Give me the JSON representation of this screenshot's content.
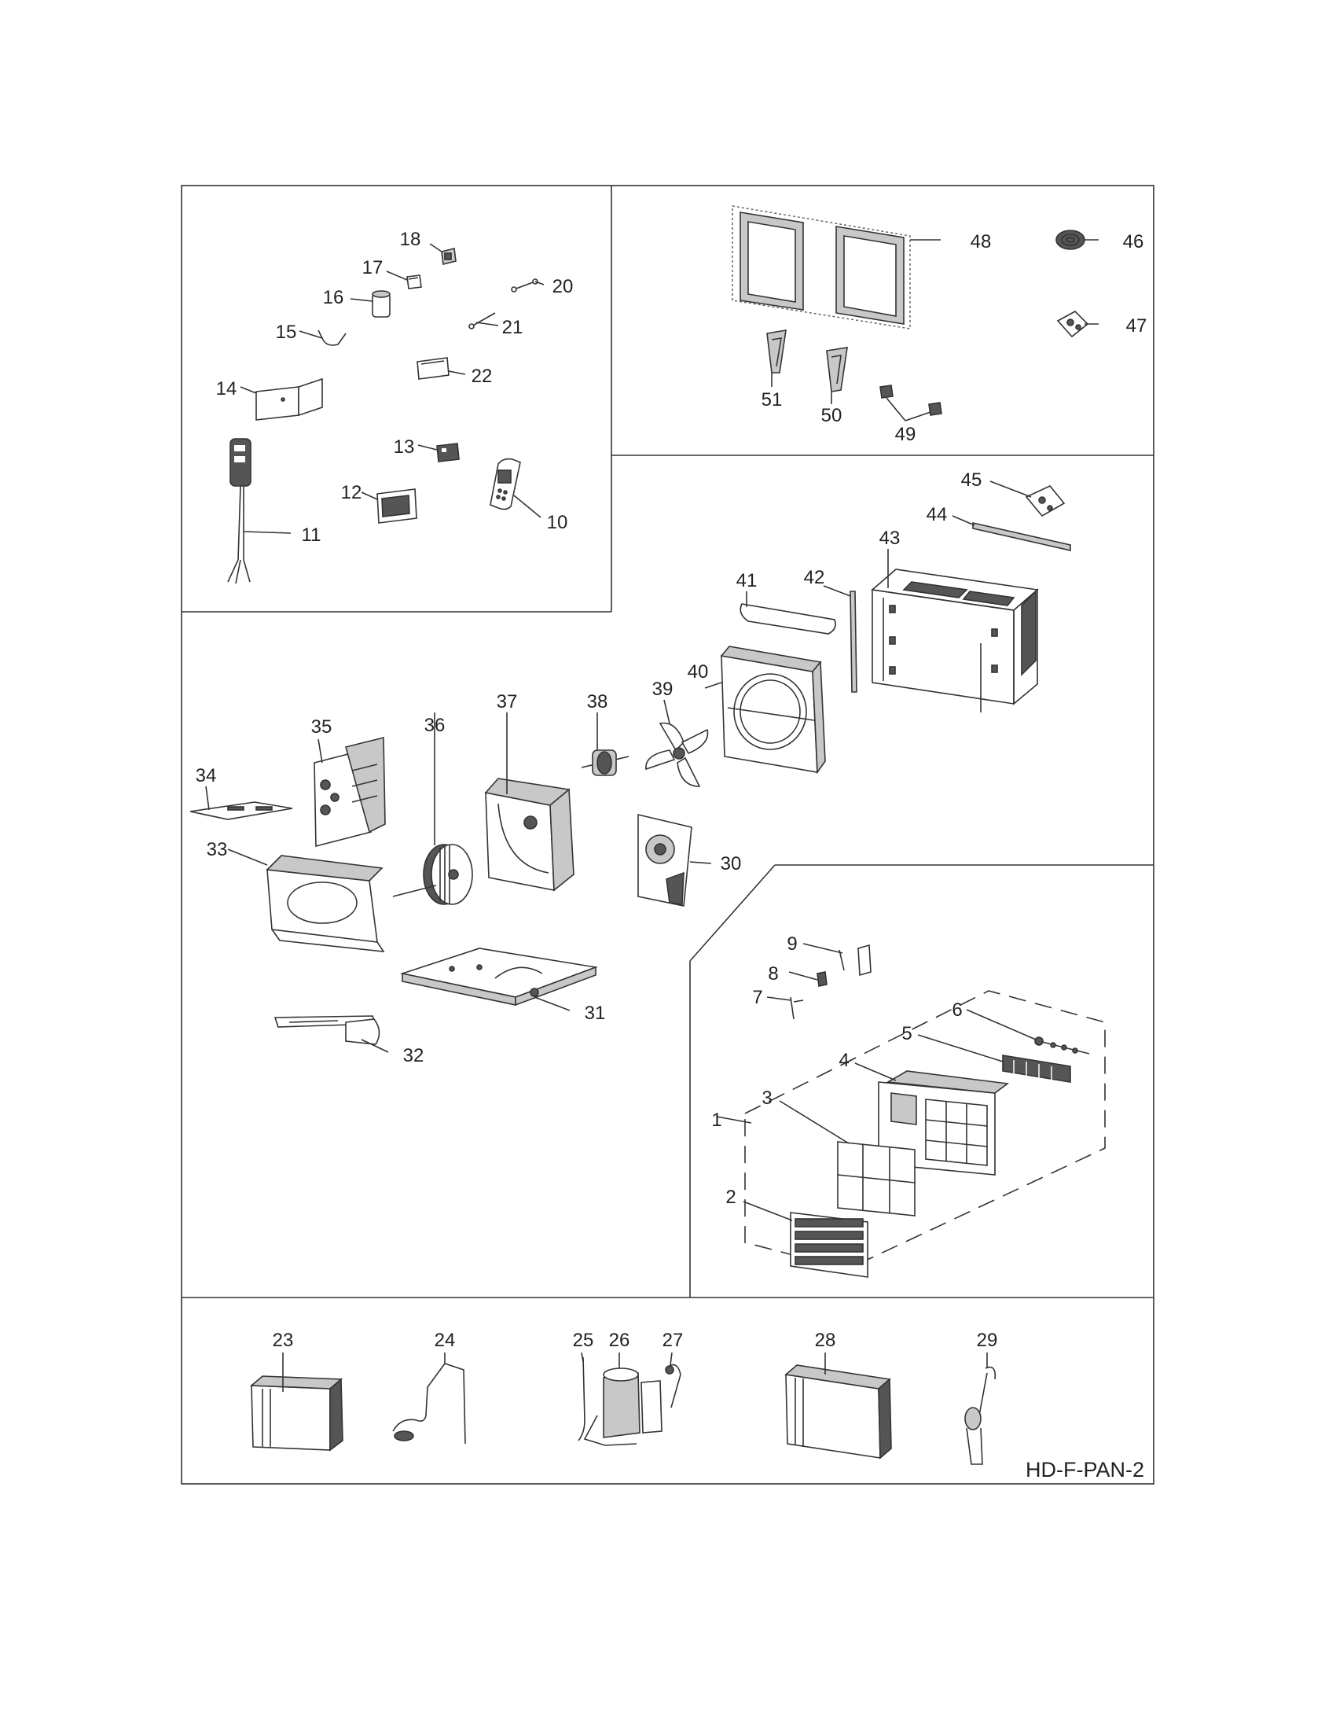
{
  "drawing_code": "HD-F-PAN-2",
  "callouts": {
    "p1": "1",
    "p2": "2",
    "p3": "3",
    "p4": "4",
    "p5": "5",
    "p6": "6",
    "p7": "7",
    "p8": "8",
    "p9": "9",
    "p10": "10",
    "p11": "11",
    "p12": "12",
    "p13": "13",
    "p14": "14",
    "p15": "15",
    "p16": "16",
    "p17": "17",
    "p18": "18",
    "p20": "20",
    "p21": "21",
    "p22": "22",
    "p23": "23",
    "p24": "24",
    "p25": "25",
    "p26": "26",
    "p27": "27",
    "p28": "28",
    "p29": "29",
    "p30": "30",
    "p31": "31",
    "p32": "32",
    "p33": "33",
    "p34": "34",
    "p35": "35",
    "p36": "36",
    "p37": "37",
    "p38": "38",
    "p39": "39",
    "p40": "40",
    "p41": "41",
    "p42": "42",
    "p43": "43",
    "p44": "44",
    "p45": "45",
    "p46": "46",
    "p47": "47",
    "p48": "48",
    "p49": "49",
    "p50": "50",
    "p51": "51"
  }
}
